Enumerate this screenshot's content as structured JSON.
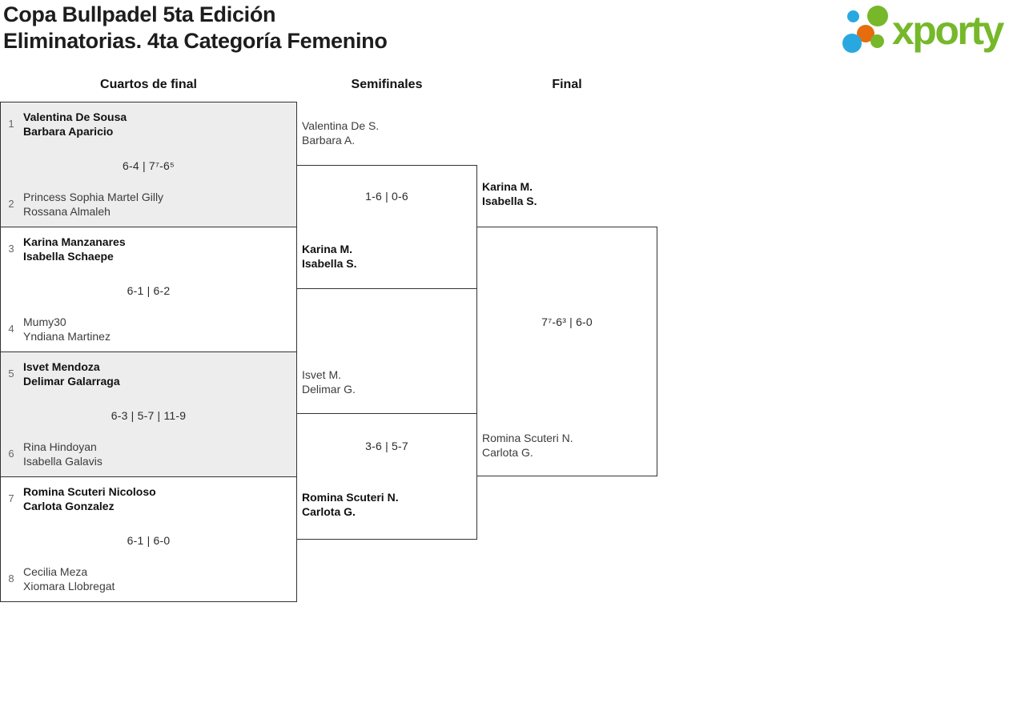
{
  "title": {
    "line1": "Copa Bullpadel 5ta Edición",
    "line2": "Eliminatorias. 4ta Categoría Femenino"
  },
  "logo": {
    "wordmark": "xporty",
    "green": "#76b82a",
    "blue": "#29a8e0",
    "orange": "#e66c0e"
  },
  "rounds": {
    "quarterfinals_label": "Cuartos de final",
    "semifinals_label": "Semifinales",
    "final_label": "Final"
  },
  "quarterfinals": [
    {
      "seed1": "1",
      "team1": {
        "p1": "Valentina De Sousa",
        "p2": "Barbara Aparicio",
        "winner": true
      },
      "score": "6-4 | 7⁷-6⁵",
      "seed2": "2",
      "team2": {
        "p1": "Princess Sophia Martel Gilly",
        "p2": "Rossana Almaleh",
        "winner": false
      }
    },
    {
      "seed1": "3",
      "team1": {
        "p1": "Karina Manzanares",
        "p2": "Isabella Schaepe",
        "winner": true
      },
      "score": "6-1 | 6-2",
      "seed2": "4",
      "team2": {
        "p1": "Mumy30",
        "p2": "Yndiana Martinez",
        "winner": false
      }
    },
    {
      "seed1": "5",
      "team1": {
        "p1": "Isvet Mendoza",
        "p2": "Delimar Galarraga",
        "winner": true
      },
      "score": "6-3 | 5-7 | 11-9",
      "seed2": "6",
      "team2": {
        "p1": "Rina Hindoyan",
        "p2": "Isabella Galavis",
        "winner": false
      }
    },
    {
      "seed1": "7",
      "team1": {
        "p1": "Romina Scuteri Nicoloso",
        "p2": "Carlota Gonzalez",
        "winner": true
      },
      "score": "6-1 | 6-0",
      "seed2": "8",
      "team2": {
        "p1": "Cecilia Meza",
        "p2": "Xiomara Llobregat",
        "winner": false
      }
    }
  ],
  "semifinals": [
    {
      "team1": {
        "p1": "Valentina De S.",
        "p2": "Barbara A.",
        "winner": false
      },
      "score": "1-6 | 0-6",
      "team2": {
        "p1": "Karina M.",
        "p2": "Isabella S.",
        "winner": true
      }
    },
    {
      "team1": {
        "p1": "Isvet M.",
        "p2": "Delimar G.",
        "winner": false
      },
      "score": "3-6 | 5-7",
      "team2": {
        "p1": "Romina Scuteri N.",
        "p2": "Carlota G.",
        "winner": true
      }
    }
  ],
  "final": {
    "team1": {
      "p1": "Karina M.",
      "p2": "Isabella S.",
      "winner": true
    },
    "score": "7⁷-6³ | 6-0",
    "team2": {
      "p1": "Romina Scuteri N.",
      "p2": "Carlota G.",
      "winner": false
    }
  }
}
